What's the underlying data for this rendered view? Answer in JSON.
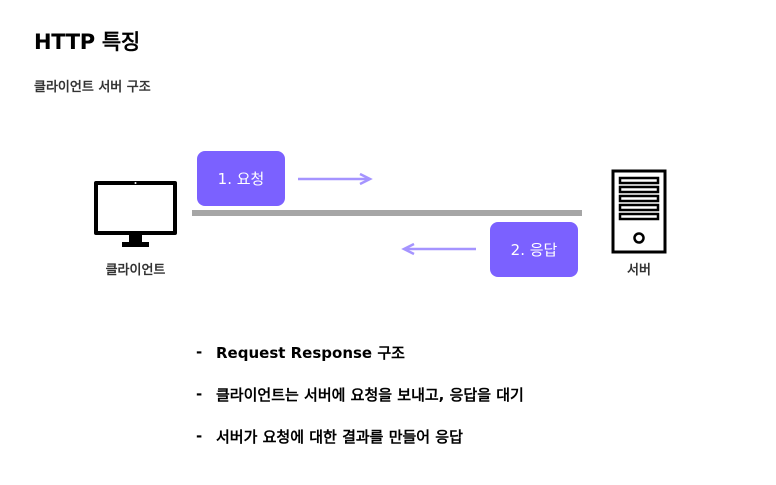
{
  "page": {
    "title": "HTTP 특징",
    "subtitle": "클라이언트 서버 구조"
  },
  "diagram": {
    "client_label": "클라이언트",
    "server_label": "서버",
    "request_label": "1. 요청",
    "response_label": "2. 응답",
    "colors": {
      "accent": "#7b61ff",
      "arrow": "#a594ff",
      "wire": "#a6a6a6"
    },
    "icons": {
      "client": "desktop-computer-icon",
      "server": "server-tower-icon"
    }
  },
  "bullets": {
    "marker": "-",
    "items": [
      "Request Response 구조",
      "클라이언트는 서버에 요청을 보내고, 응답을 대기",
      "서버가 요청에 대한 결과를 만들어 응답"
    ]
  }
}
